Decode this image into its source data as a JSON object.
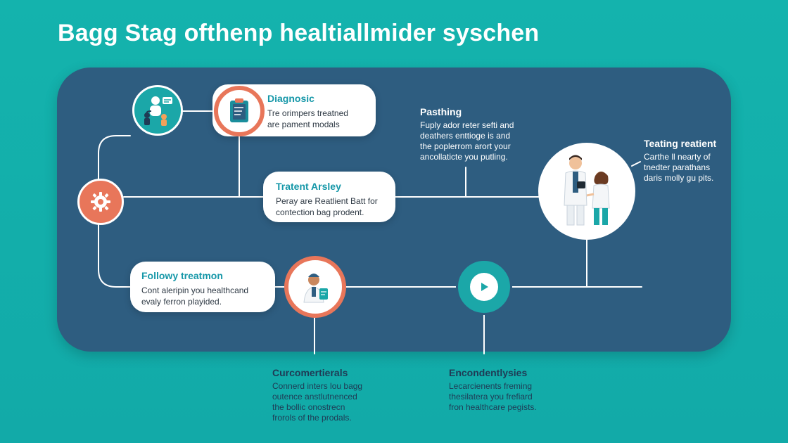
{
  "title": "Bagg Stag ofthenp healtiallmider syschen",
  "colors": {
    "background": "#14b3ad",
    "panel": "#2e5d80",
    "accent_teal": "#1597a8",
    "accent_orange": "#e8765a",
    "line": "#ffffff"
  },
  "cards": {
    "diagnosic": {
      "heading": "Diagnosic",
      "text": "Tre orimpers treatned\nare pament modals",
      "icon": "clipboard-icon"
    },
    "treatment": {
      "heading": "Tratent Arsley",
      "text": "Peray are Reatlient Batt for\ncontection bag prodent."
    },
    "followup": {
      "heading": "Followy treatmon",
      "text": "Cont aleripin you healthcand\nevaly ferron playided."
    }
  },
  "labels": {
    "pathing": {
      "heading": "Pasthing",
      "text": "Fuply ador reter sefti and\ndeathers enttioge is and\nthe poplerrom arort your\nancollaticte you putling."
    },
    "testing": {
      "heading": "Teating reatient",
      "text": "Carthe ll nearty of\ntnedter parathans\ndaris molly gu pits."
    },
    "curcom": {
      "heading": "Curcomertierals",
      "text": "Connerd inters lou bagg\noutence anstlutnenced\nthe bollic onostrecn\nfrorols of the prodals."
    },
    "encond": {
      "heading": "Encondentlysies",
      "text": "Lecarcienents freming\nthesilatera you frefiard\nfron healthcare pegists."
    }
  },
  "nodes": {
    "care_team": "care-team-icon",
    "gear": "gear-icon",
    "doctor": "doctor-icon",
    "play": "play-icon",
    "patients": "patients-icon"
  }
}
